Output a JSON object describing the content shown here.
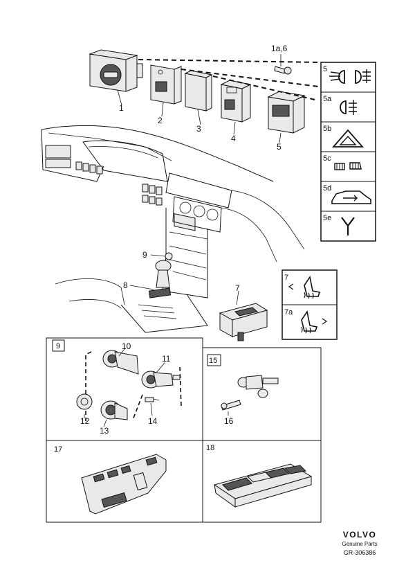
{
  "callouts": {
    "c1": "1",
    "c1a6": "1a,6",
    "c2": "2",
    "c3": "3",
    "c4": "4",
    "c5": "5",
    "c7": "7",
    "c8": "8",
    "c9": "9",
    "c10": "10",
    "c11": "11",
    "c12": "12",
    "c13": "13",
    "c14": "14",
    "c16": "16"
  },
  "legend_panel": {
    "items": [
      {
        "code": "5",
        "icon": "fog-lights-icon"
      },
      {
        "code": "5a",
        "icon": "rear-fog-light-icon"
      },
      {
        "code": "5b",
        "icon": "hazard-warning-icon"
      },
      {
        "code": "5c",
        "icon": "heated-rear-window-icon"
      },
      {
        "code": "5d",
        "icon": "central-locking-icon"
      },
      {
        "code": "5e",
        "icon": "antenna-icon"
      }
    ]
  },
  "seat_panel": {
    "items": [
      {
        "code": "7",
        "icon": "seat-heater-left-icon"
      },
      {
        "code": "7a",
        "icon": "seat-heater-right-icon"
      }
    ]
  },
  "boxes": {
    "b9": "9",
    "b15": "15",
    "b17": "17",
    "b18": "18"
  },
  "footer": {
    "brand": "VOLVO",
    "tagline": "Genuine Parts",
    "code": "GR-306386"
  }
}
